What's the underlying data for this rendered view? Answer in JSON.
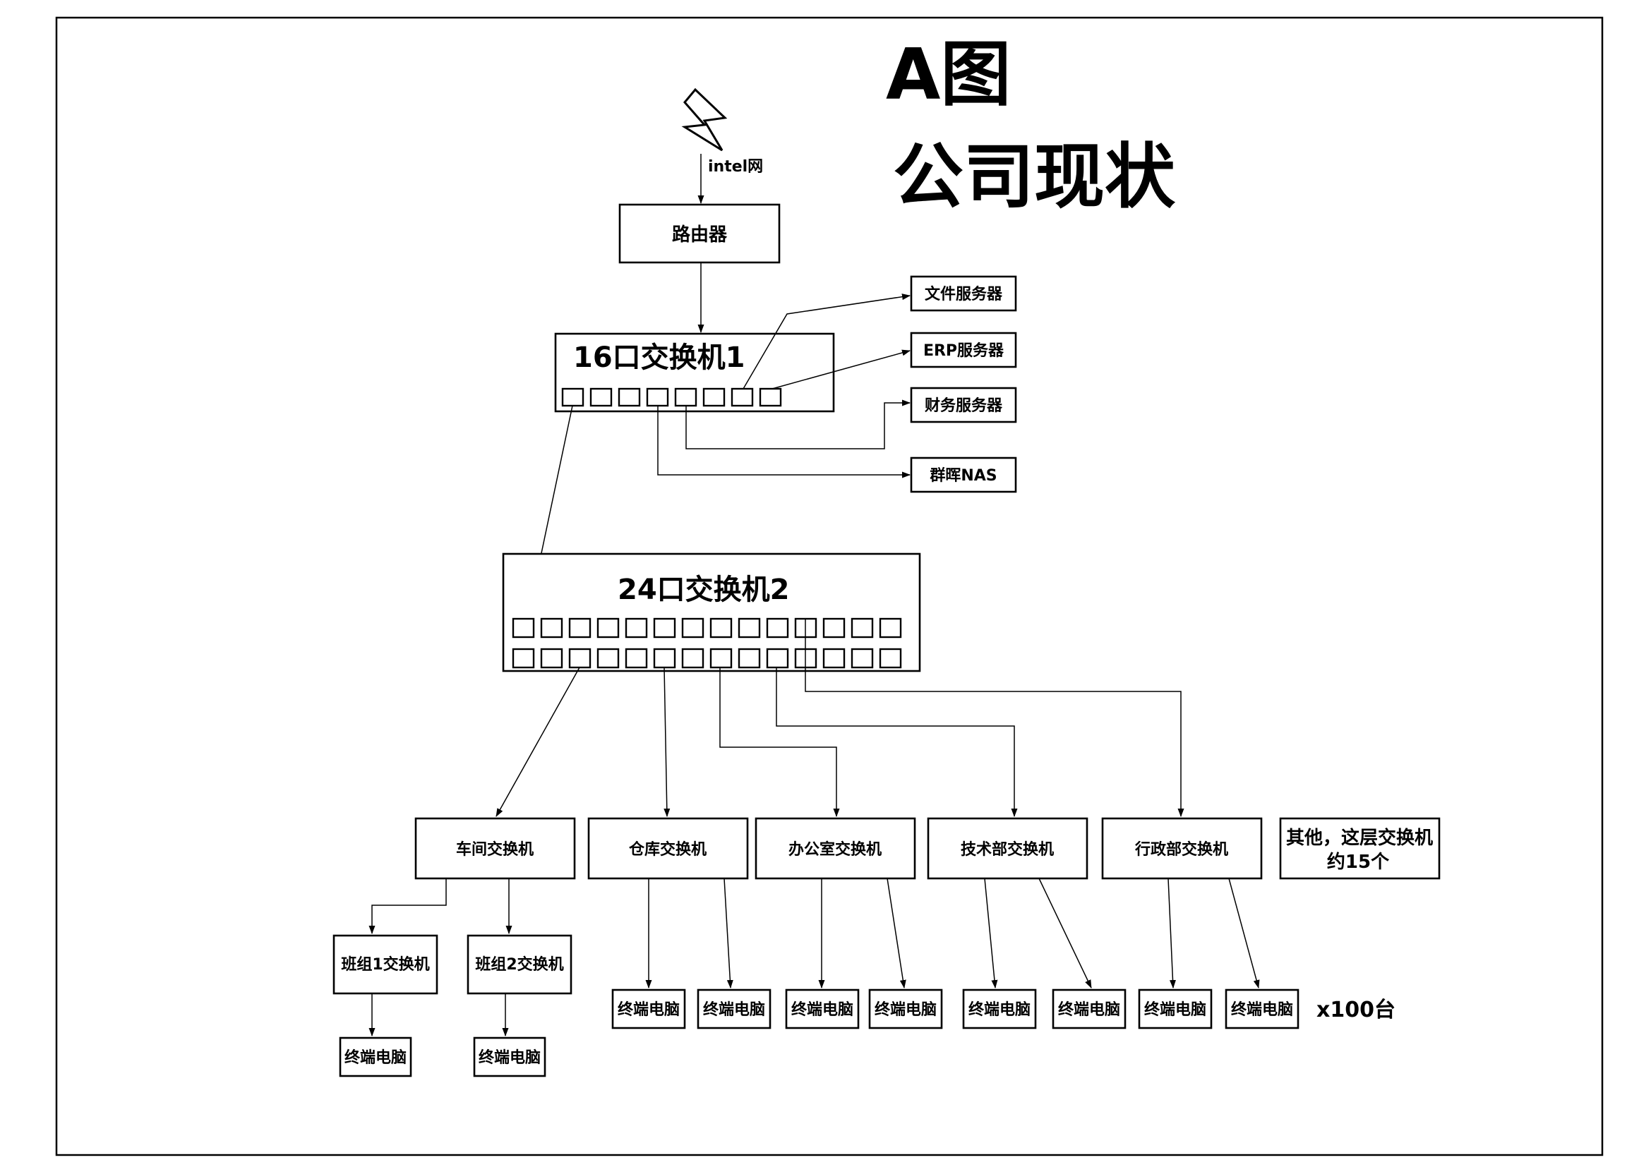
{
  "title": {
    "line1": "A图",
    "line2": "公司现状"
  },
  "internet": {
    "label": "intel网"
  },
  "router": {
    "label": "路由器"
  },
  "switch16": {
    "label": "16口交换机1"
  },
  "switch24": {
    "label": "24口交换机2"
  },
  "servers": {
    "file": "文件服务器",
    "erp": "ERP服务器",
    "finance": "财务服务器",
    "nas": "群晖NAS"
  },
  "dept_switches": {
    "workshop": "车间交换机",
    "warehouse": "仓库交换机",
    "office": "办公室交换机",
    "tech": "技术部交换机",
    "admin": "行政部交换机",
    "other_line1": "其他，这层交换机",
    "other_line2": "约15个"
  },
  "team_switches": {
    "team1": "班组1交换机",
    "team2": "班组2交换机"
  },
  "terminal_label": "终端电脑",
  "terminal_count": "x100台"
}
